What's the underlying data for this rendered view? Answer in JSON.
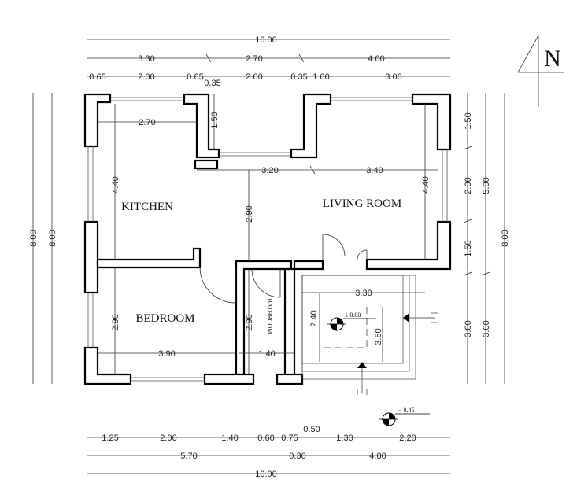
{
  "north_label": "N",
  "rooms": {
    "kitchen": "KITCHEN",
    "living": "LIVING ROOM",
    "bedroom": "BEDROOM",
    "bathroom": "BATHROOM"
  },
  "levels": {
    "floor": "± 0.00",
    "ground": "− 0.45"
  },
  "dims_top": {
    "total": "10.00",
    "row2": [
      "3.30",
      "2.70",
      "4.00"
    ],
    "row3": [
      "0.65",
      "2.00",
      "0.65",
      "2.00",
      "0.35",
      "1.00",
      "3.00"
    ],
    "small": "0.35"
  },
  "dims_bottom": {
    "row1": [
      "1.25",
      "2.00",
      "1.40",
      "0.60",
      "0.75",
      "1.30",
      "2.20"
    ],
    "row1_note": "0.50",
    "row2": [
      "5.70",
      "0.30",
      "4.00"
    ],
    "total": "10.00"
  },
  "dims_left": {
    "outer": "8.00",
    "inner": "8.00"
  },
  "dims_right": {
    "row1": [
      "1.50",
      "2.00",
      "1.50",
      "3.00"
    ],
    "row2": [
      "5.00",
      "3.00"
    ],
    "total": "8.00"
  },
  "dims_interior": {
    "kitchen_width": "2.70",
    "kitchen_height": "4.40",
    "kitchen_niche": "1.50",
    "corridor_left": "3.20",
    "corridor_right": "3.40",
    "central_height": "2.90",
    "living_height": "4.40",
    "bedroom_height": "2.90",
    "bedroom_width": "3.90",
    "bath_height": "2.90",
    "bath_width": "1.40",
    "porch_width": "3.30",
    "porch_height": "2.40",
    "stair_length": "3.50"
  }
}
